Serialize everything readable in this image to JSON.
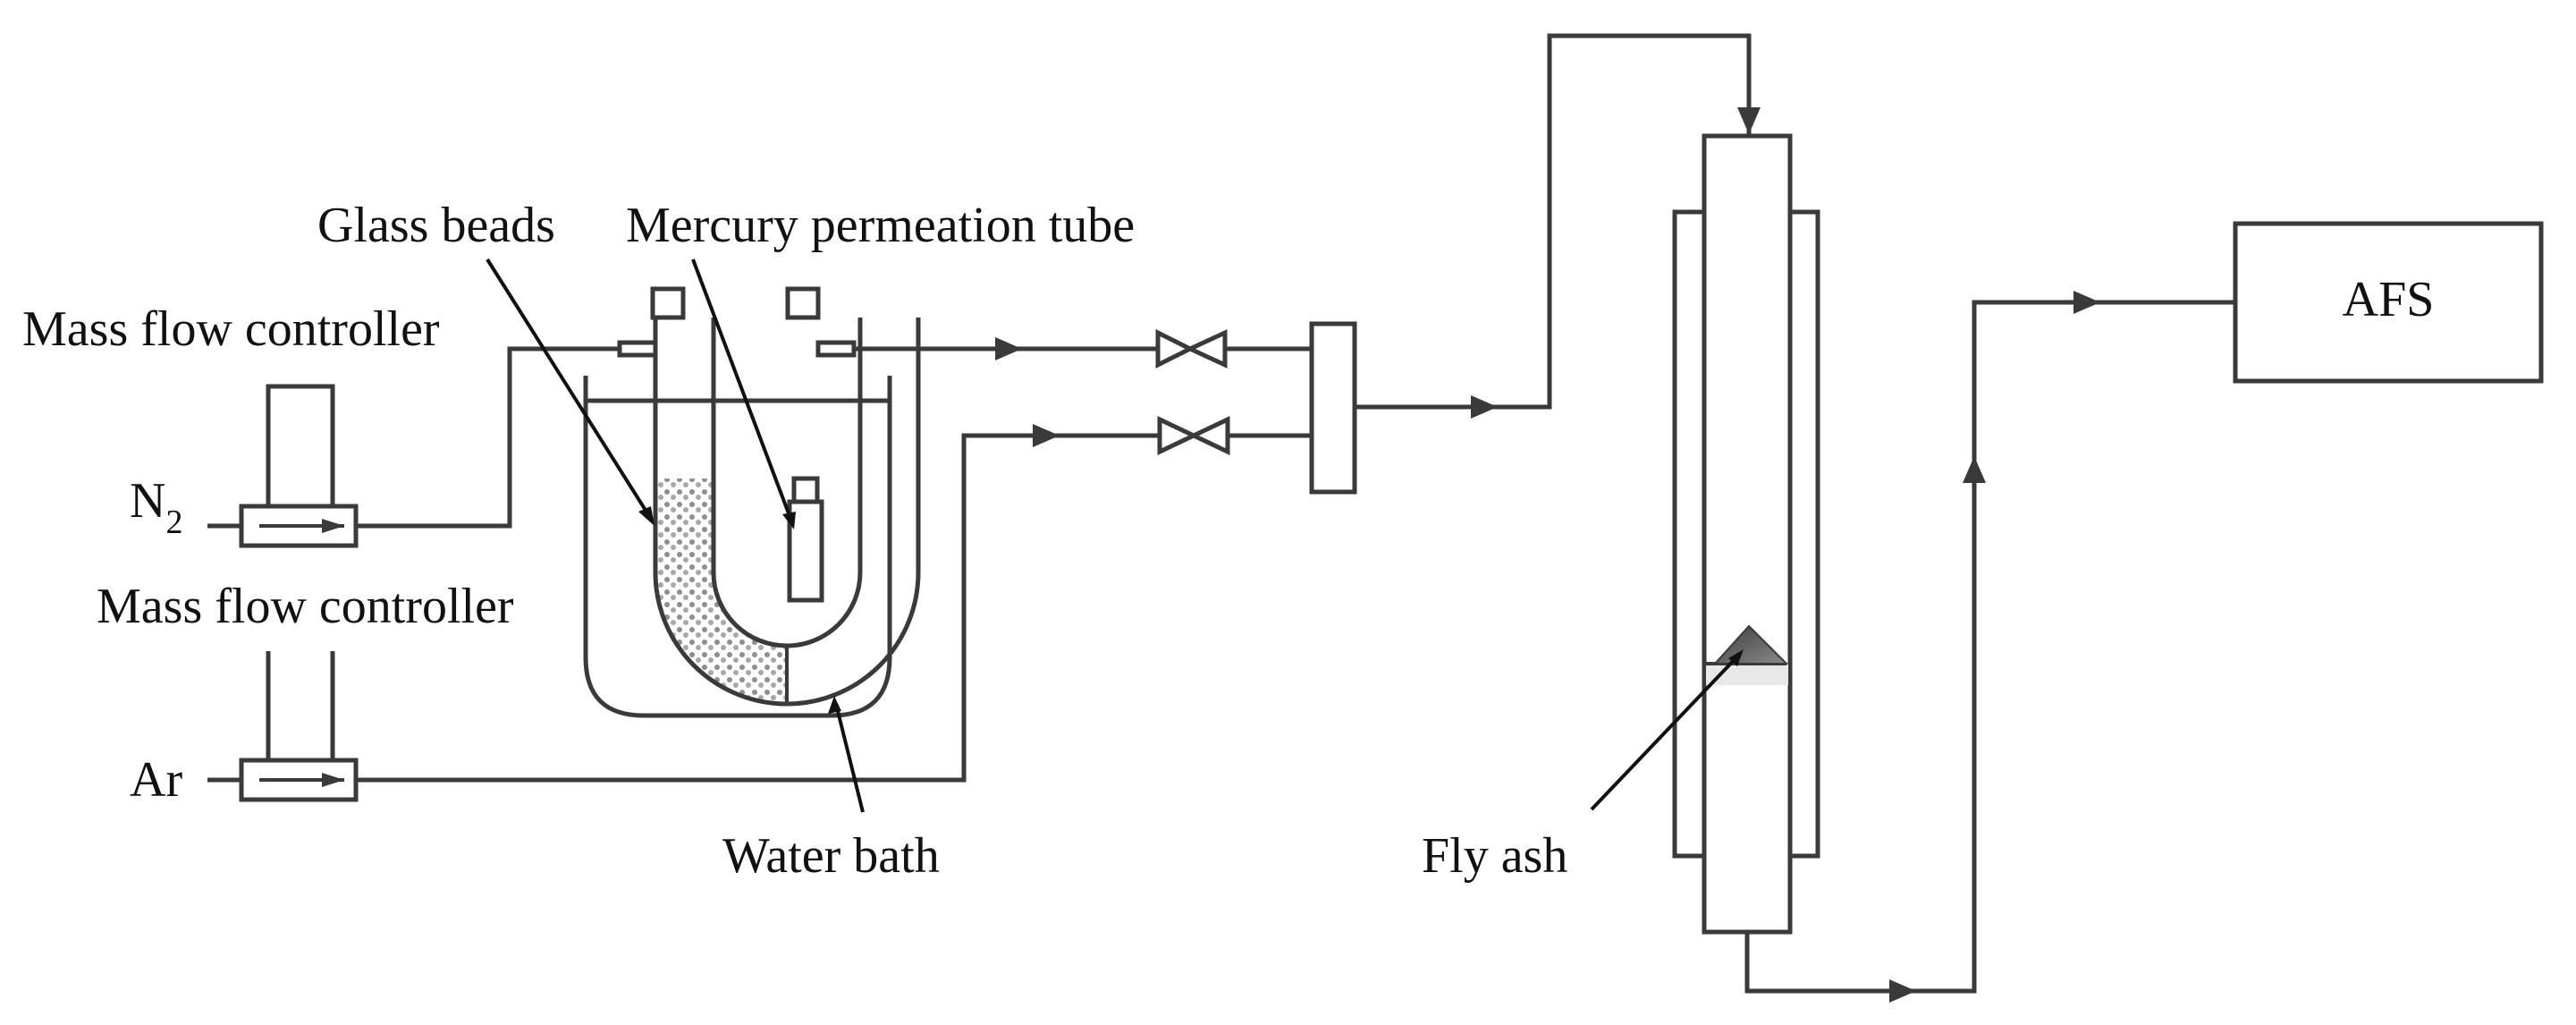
{
  "labels": {
    "glass_beads": "Glass beads",
    "mercury_tube": "Mercury permeation tube",
    "mfc_top": "Mass flow controller",
    "mfc_bottom": "Mass flow controller",
    "n2_main": "N",
    "n2_sub": "2",
    "ar": "Ar",
    "water_bath": "Water bath",
    "fly_ash": "Fly ash",
    "afs": "AFS"
  },
  "colors": {
    "line": "#3a3a3a",
    "text": "#111111",
    "beads": "#9a9a9a",
    "fly_ash": "#555555"
  }
}
